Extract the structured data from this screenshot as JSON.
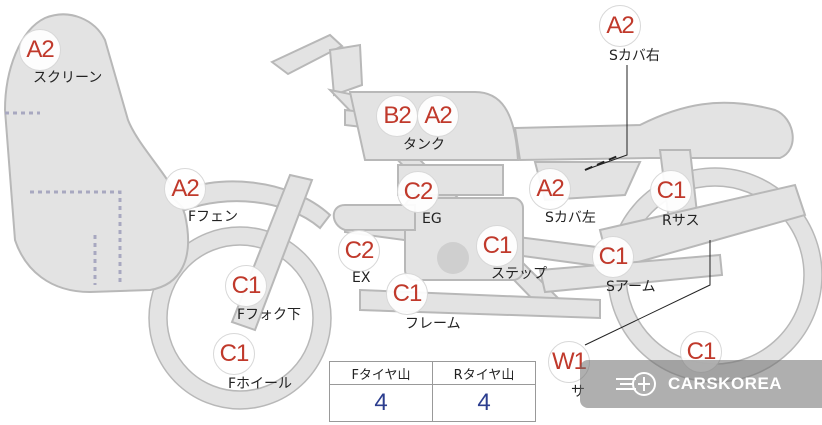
{
  "parts": [
    {
      "id": "screen",
      "code": "A2",
      "label": "スクリーン"
    },
    {
      "id": "tank",
      "code": "B2",
      "code2": "A2",
      "label": "タンク"
    },
    {
      "id": "s-cover-right",
      "code": "A2",
      "label": "Sカバ右"
    },
    {
      "id": "f-fender",
      "code": "A2",
      "label": "Fフェン"
    },
    {
      "id": "engine",
      "code": "C2",
      "label": "EG"
    },
    {
      "id": "s-cover-left",
      "code": "A2",
      "label": "Sカバ左"
    },
    {
      "id": "r-suspension",
      "code": "C1",
      "label": "Rサス"
    },
    {
      "id": "exhaust",
      "code": "C2",
      "label": "EX"
    },
    {
      "id": "step",
      "code": "C1",
      "label": "ステップ"
    },
    {
      "id": "s-arm",
      "code": "C1",
      "label": "Sアーム"
    },
    {
      "id": "f-fork-lower",
      "code": "C1",
      "label": "Fフォク下"
    },
    {
      "id": "frame",
      "code": "C1",
      "label": "フレーム"
    },
    {
      "id": "f-wheel",
      "code": "C1",
      "label": "Fホイール"
    },
    {
      "id": "w-part",
      "code": "W1",
      "label": "サ"
    },
    {
      "id": "r-wheel",
      "code": "C1",
      "label": ""
    }
  ],
  "tread": {
    "front_header": "Fタイヤ山",
    "rear_header": "Rタイヤ山",
    "front_value": "4",
    "rear_value": "4"
  },
  "watermark": {
    "text": "CARSKOREA",
    "icon": "carskorea-logo-icon"
  },
  "colors": {
    "part_fill": "#e3e3e3",
    "part_stroke": "#b8b8b8",
    "code_text": "#c0392b",
    "value_text": "#2c3e8f"
  }
}
